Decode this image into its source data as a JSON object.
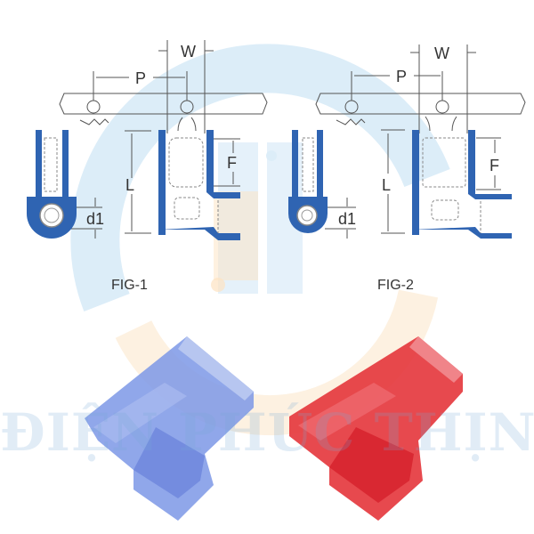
{
  "watermark": {
    "text": "ĐIỆN PHÚC THỊNH",
    "logo_colors": {
      "blue": "#bfe0f5",
      "orange": "#fde8c9"
    }
  },
  "colors": {
    "insulation_blue": "#2f64b2",
    "line_gray": "#555555",
    "photo_blue": "#6f8fe3",
    "photo_red": "#e0282f"
  },
  "figures": [
    {
      "id": "fig1",
      "label": "FIG-1",
      "dimensions": {
        "width": "W",
        "pitch": "P",
        "length": "L",
        "funnel": "F",
        "diameter": "d1"
      }
    },
    {
      "id": "fig2",
      "label": "FIG-2",
      "dimensions": {
        "width": "W",
        "pitch": "P",
        "length": "L",
        "funnel": "F",
        "diameter": "d1"
      }
    }
  ],
  "photos": [
    {
      "name": "blue-flag-connector",
      "color": "blue"
    },
    {
      "name": "red-flag-connector",
      "color": "red"
    }
  ]
}
